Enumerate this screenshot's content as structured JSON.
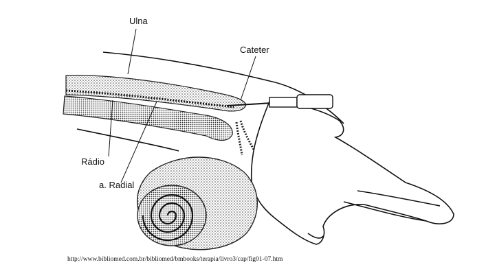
{
  "labels": {
    "ulna": "Ulna",
    "cateter": "Cateter",
    "radio": "Rádio",
    "arteria_radial": "a. Radial"
  },
  "source_url": "http://www.bibliomed.com.br/bibliomed/bmbooks/terapia/livro3/cap/fig01-07.htm",
  "colors": {
    "ink": "#111111",
    "stipple": "#555555",
    "paper": "#ffffff"
  }
}
